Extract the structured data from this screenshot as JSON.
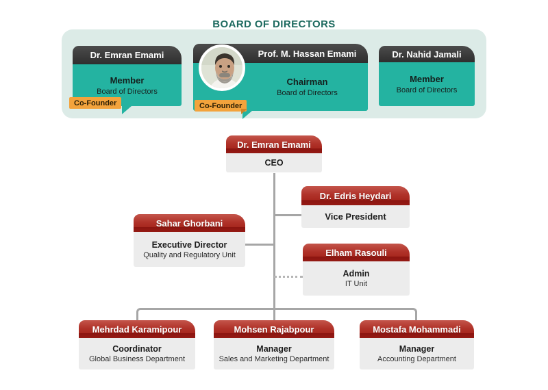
{
  "board": {
    "title": "BOARD OF DIRECTORS",
    "members": [
      {
        "name": "Dr. Emran Emami",
        "role": "Member",
        "org": "Board of Directors",
        "badge": "Co-Founder"
      },
      {
        "name": "Prof. M. Hassan Emami",
        "role": "Chairman",
        "org": "Board of Directors",
        "badge": "Co-Founder"
      },
      {
        "name": "Dr. Nahid Jamali",
        "role": "Member",
        "org": "Board of Directors"
      }
    ]
  },
  "org": {
    "ceo": {
      "name": "Dr. Emran Emami",
      "title": "CEO"
    },
    "vp": {
      "name": "Dr. Edris Heydari",
      "title": "Vice President"
    },
    "exec_director": {
      "name": "Sahar Ghorbani",
      "title": "Executive Director",
      "unit": "Quality and Regulatory Unit"
    },
    "admin": {
      "name": "Elham Rasouli",
      "title": "Admin",
      "unit": "IT Unit"
    },
    "coordinator": {
      "name": "Mehrdad Karamipour",
      "title": "Coordinator",
      "unit": "Global Business Department"
    },
    "sales_manager": {
      "name": "Mohsen Rajabpour",
      "title": "Manager",
      "unit": "Sales and Marketing Department"
    },
    "accounting_manager": {
      "name": "Mostafa Mohammadi",
      "title": "Manager",
      "unit": "Accounting Department"
    }
  },
  "icons": {
    "chairman_photo": "portrait-photo"
  },
  "colors": {
    "teal_card": "#24b3a1",
    "dark_header": "#3a3a3a",
    "red_header": "#a8281f",
    "red_header_dark_band": "#8c1510",
    "badge_orange": "#f3a33c",
    "panel_mint": "#dcebe7",
    "title_teal": "#1d6a5f",
    "connector_gray": "#a6a6a6",
    "card_body_gray": "#ececec"
  }
}
